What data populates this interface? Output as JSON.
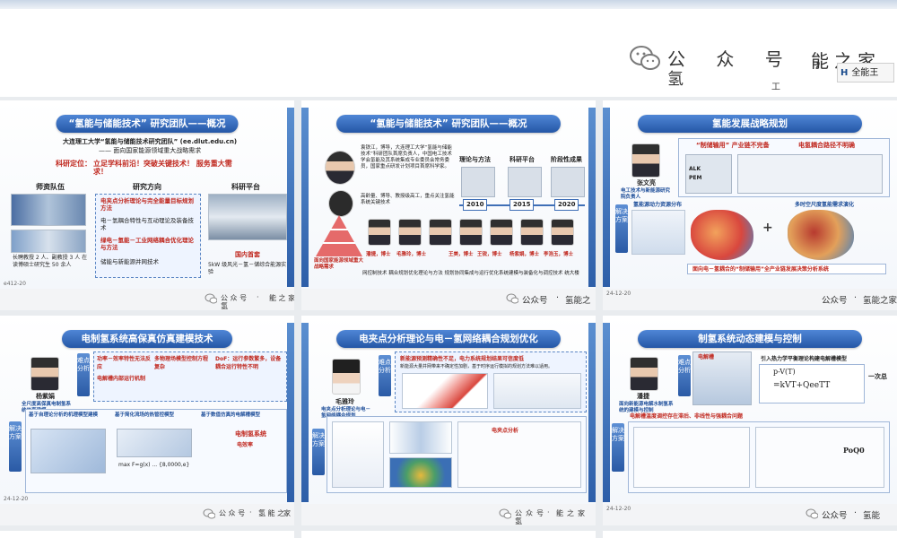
{
  "watermark": {
    "icon": "wechat-icon",
    "text_a": "公 众 号 ，",
    "text_b": "能之家",
    "text_c": "氢",
    "text_d": "工",
    "logo_mark": "H",
    "logo_text": "全能王"
  },
  "slides": [
    {
      "title": "“氢能与储能技术” 研究团队——概况",
      "org": "大连理工大学“氢能与储能技术研究团队” (ee.dlut.edu.cn)",
      "org_sub": "—— 面向国家能源领域重大战略需求",
      "positioning_label": "科研定位：",
      "positioning": "立足学科前沿！突破关键技术！ 服务重大需求！",
      "col_faculty": "师资队伍",
      "col_direction": "研究方向",
      "col_platform": "科研平台",
      "directions": [
        "电夹点分析理论与完全能量目标规划方法",
        "电－氢耦合特性与互动理论及装备技术",
        "绿电－氢能－工业网络耦合优化理论与方法",
        "储能与新能源并网技术"
      ],
      "faculty_note": "长聘教授 2 人、副教授 3 人 在读博硕士研究生 50 余人",
      "platform_note": "国内首套",
      "platform_desc": "5kW 级风光－氢－储综合能源实验",
      "date": "e412-20",
      "footer": [
        "公 众 号",
        "·",
        "能 之 家",
        "氢"
      ]
    },
    {
      "title": "“氢能与储能技术” 研究团队——概况",
      "intro": "袁铁江，博导，大连理工大学“氢能与储能技术”科研团队首席负责人，中国电工技术学会氢能及其系统集成专业委员会常务委员，国家重点研发计划项目首席科学家。",
      "intro2": "高龄量、博导、教授级高工，重点关注氢能系统关键技术",
      "labels": [
        "理论与方法",
        "科研平台",
        "阶段性成果"
      ],
      "years": [
        "2010",
        "2015",
        "2020"
      ],
      "pyramid_note": "面向国家能源领域重大战略需求",
      "roles": [
        "潘捷，博士",
        "毛雅玲，博士",
        "王美，博士",
        "王锐，博士",
        "杨紫娟，博士",
        "李浩玉，博士"
      ],
      "bottom_text": "网控制技术   耦合规划优化理论与方法   规划协同集成与运行优化系统建模与装备化与调控技术   统大楼",
      "footer": [
        "公众号",
        "·",
        "氢能之"
      ]
    },
    {
      "title": "氢能发展战略规划",
      "person_name": "张文亮",
      "person_sub": "电工技术与新能源研究院负责人",
      "section_a": "“制储输用” 产业链不完备",
      "section_b": "电氢耦合路径不明确",
      "tab": "解决方案",
      "panel_a": "氢能源动力资源分布",
      "panel_b": "多时空尺度氢能需求演化",
      "conclusion": "面向电－氢耦合的“制储输用”全产业链发展决策分析系统",
      "equip_a": "ALK",
      "equip_b": "PEM",
      "date": "24-12-20",
      "footer": [
        "公众号",
        "·",
        "氢能之家"
      ]
    },
    {
      "title": "电制氢系统高保真仿真建模技术",
      "person_name": "杨紫娟",
      "person_sub": "全尺度高保真电制氢系统仿真建模",
      "tab_a": "难点分析",
      "tab_b": "解决方案",
      "box_a": "功率－效率特性无法反应",
      "box_b": "多物理场模型控制方程复杂",
      "box_c": "DoF：运行参数繁多，设备耦合运行特性不明",
      "box_d": "电解槽内部运行机制",
      "box_e": "基于自理论分析的机理模型建模",
      "box_f": "基于简化流场的热管控模型",
      "box_g": "基于数值仿真的电解槽模型",
      "sys_label": "电制氢系统",
      "formula": "max F=g(x) ... {8,0000,e}",
      "label_eff": "电效率",
      "date": "24-12-20",
      "footer": [
        "公 众 号",
        "·",
        "氢 能 之",
        "家"
      ]
    },
    {
      "title": "电夹点分析理论与电－氢网络耦合规划优化",
      "person_name": "毛雅玲",
      "person_sub": "电夹点分析理论与电－氢网络耦合规划",
      "tab_a": "难点分析",
      "tab_b": "解决方案",
      "issue": "新能源预测精确性不足，电力系统规划结果可信度低",
      "issue2": "新能源大量并网带来不确定性加剧，基于时序运行模拟的规划方法难以适用。",
      "panel": "电夹点分析",
      "footer": [
        "公",
        "众",
        "号",
        "·",
        "能",
        "之",
        "家",
        "氢"
      ]
    },
    {
      "title": "制氢系统动态建模与控制",
      "person_name": "潘捷",
      "person_sub": "面向新能源电解水制氢系统的建模与控制",
      "tab_a": "难点分析",
      "tab_b": "解决方案",
      "model_title": "引入热力学平衡理论构建电解槽模型",
      "formula_a": "p-V(T)",
      "formula_b": "=kVT+QeeTT",
      "aside": "一次总",
      "issue": "电解槽温度调控存在滞后、非线性与强耦合问题",
      "label": "电解槽",
      "label2": "PoQ0",
      "date": "24-12-20",
      "footer": [
        "公众号",
        "·",
        "氢能"
      ]
    }
  ]
}
